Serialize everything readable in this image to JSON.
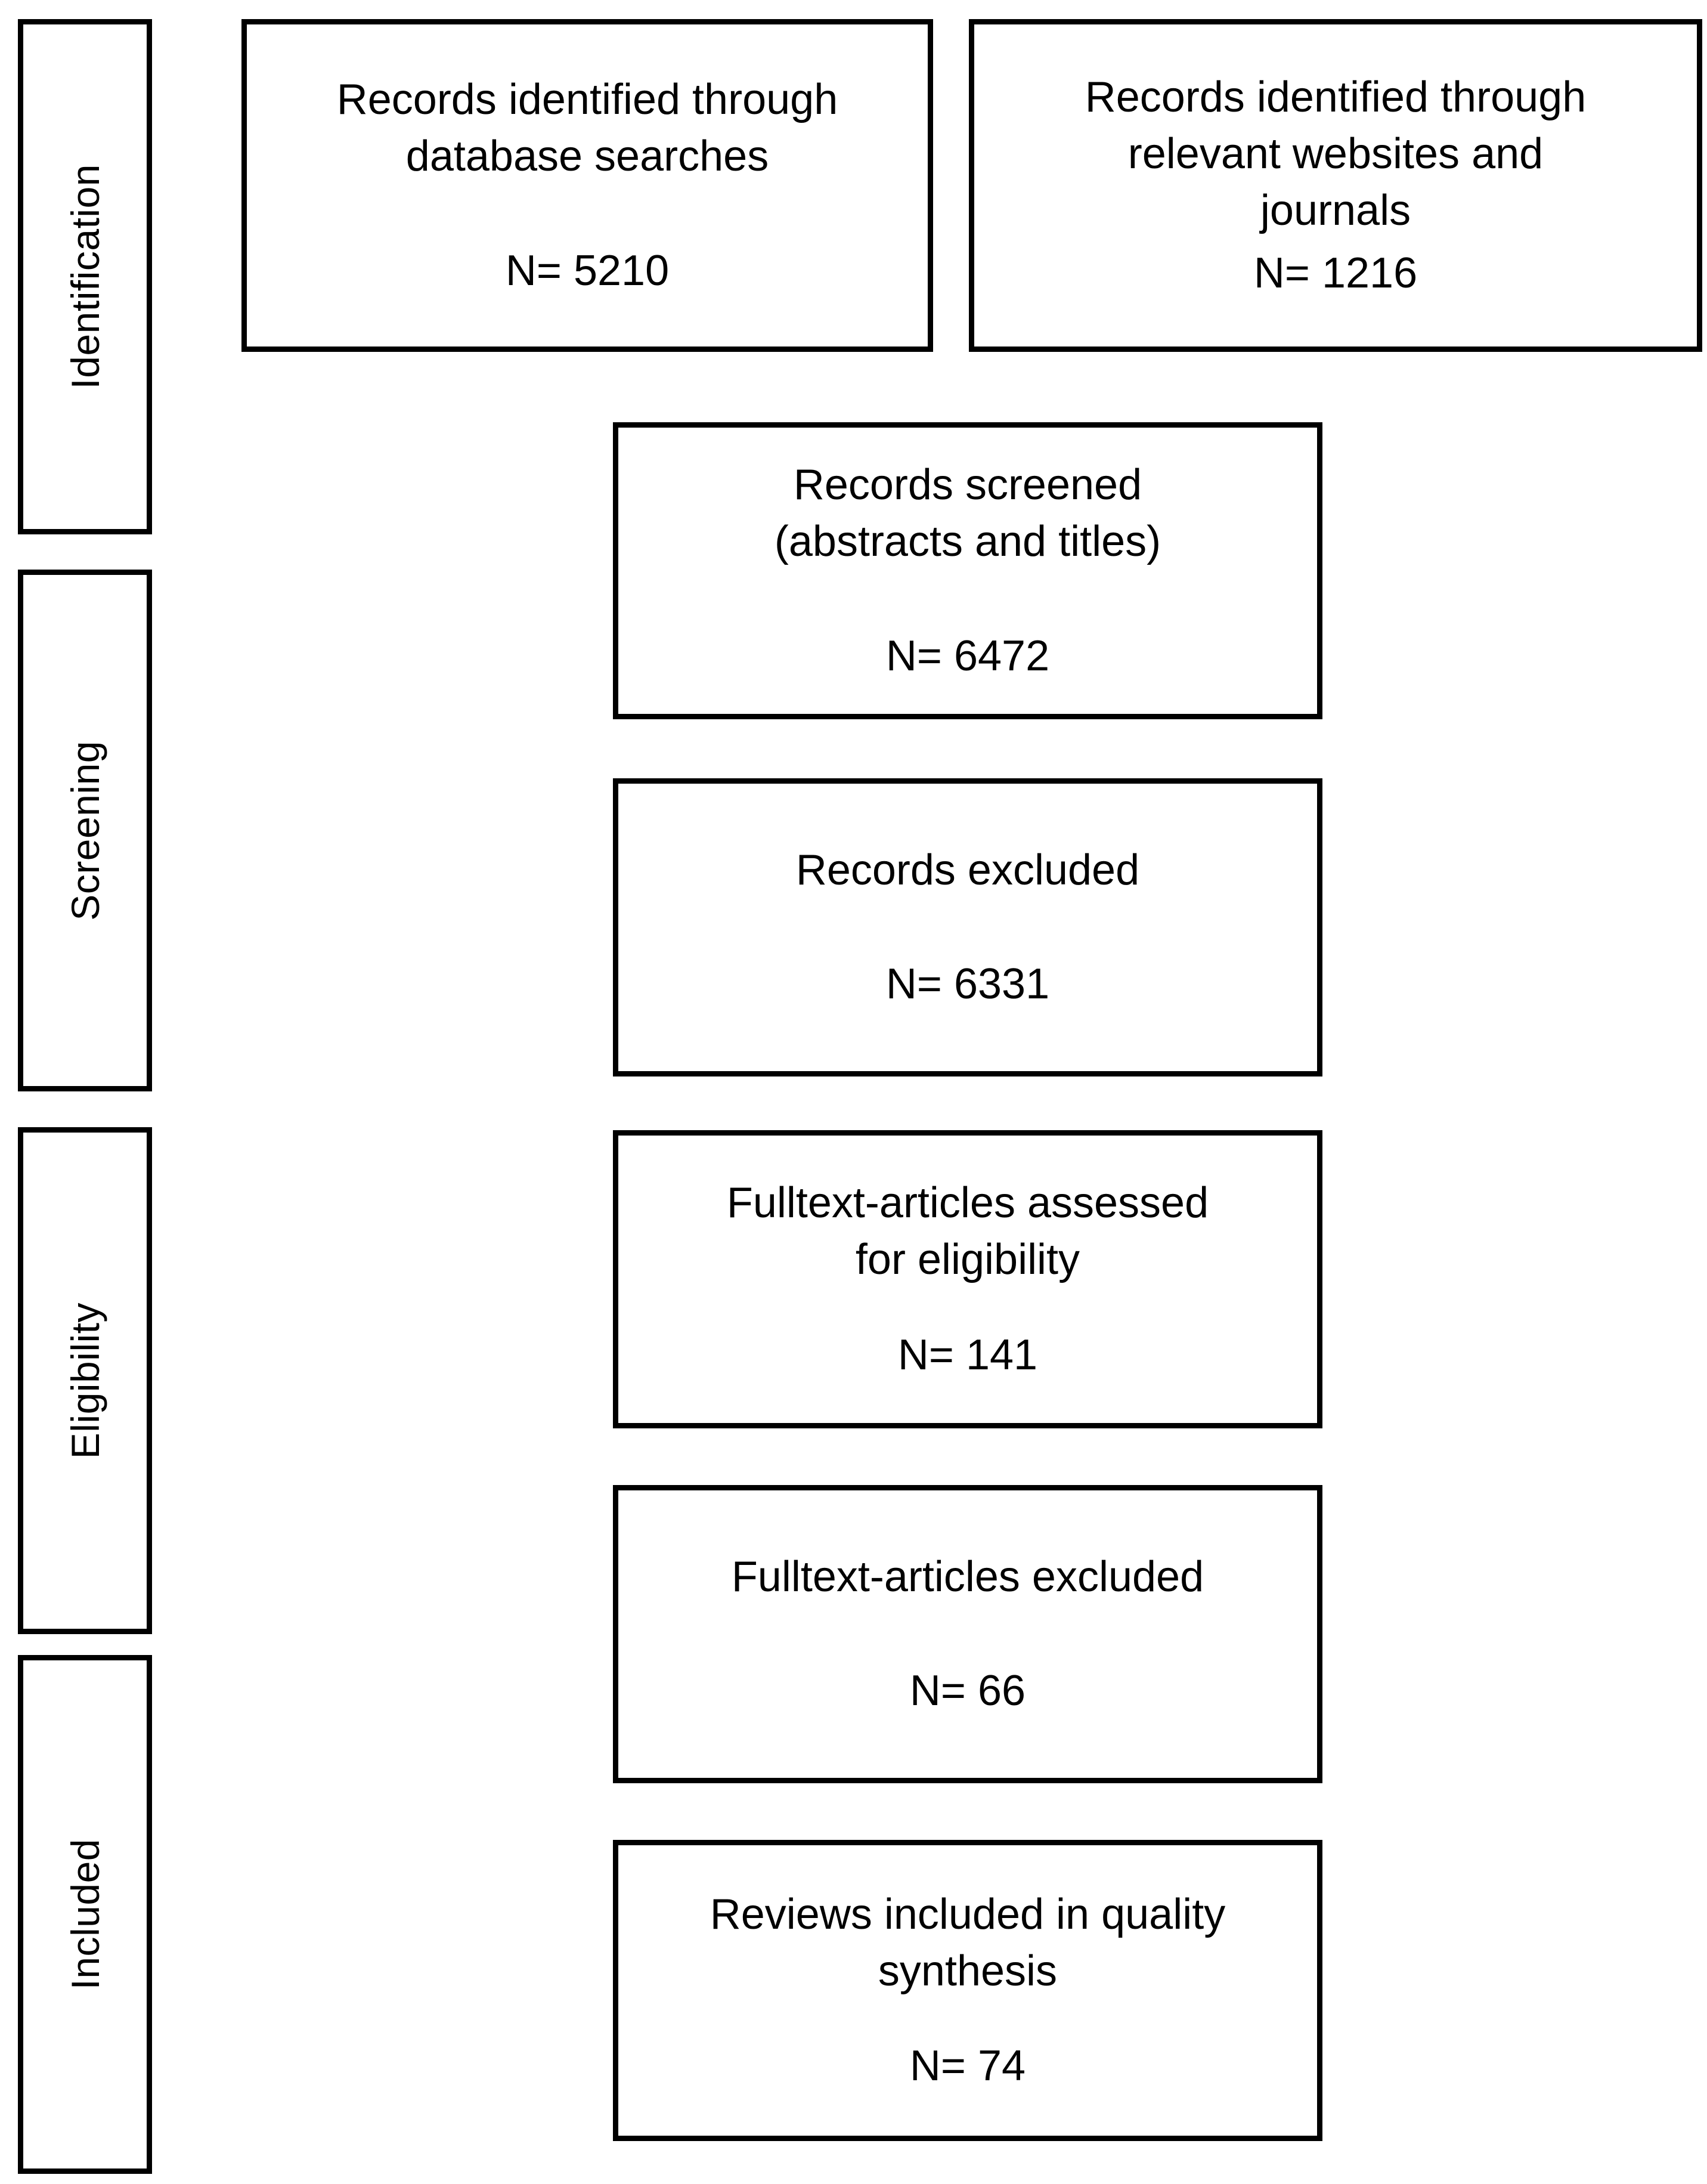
{
  "diagram": {
    "type": "prisma-flow-diagram",
    "stages": [
      {
        "id": "identification",
        "label": "Identification"
      },
      {
        "id": "screening",
        "label": "Screening"
      },
      {
        "id": "eligibility",
        "label": "Eligibility"
      },
      {
        "id": "included",
        "label": "Included"
      }
    ],
    "boxes": [
      {
        "id": "records-database",
        "stage": "identification",
        "title": "Records identified through\ndatabase searches",
        "count": "N= 5210"
      },
      {
        "id": "records-websites",
        "stage": "identification",
        "title": "Records identified through\nrelevant websites and\njournals",
        "count": "N= 1216"
      },
      {
        "id": "records-screened",
        "stage": "screening",
        "title": "Records screened\n(abstracts and titles)",
        "count": "N= 6472"
      },
      {
        "id": "records-excluded",
        "stage": "screening",
        "title": "Records excluded",
        "count": "N= 6331"
      },
      {
        "id": "fulltext-assessed",
        "stage": "eligibility",
        "title": "Fulltext-articles assessed\nfor eligibility",
        "count": "N= 141"
      },
      {
        "id": "fulltext-excluded",
        "stage": "eligibility",
        "title": "Fulltext-articles excluded",
        "count": "N= 66"
      },
      {
        "id": "reviews-included",
        "stage": "included",
        "title": "Reviews included in quality\nsynthesis",
        "count": "N= 74"
      }
    ],
    "colors": {
      "border": "#000000",
      "background": "#ffffff",
      "text": "#000000"
    }
  }
}
